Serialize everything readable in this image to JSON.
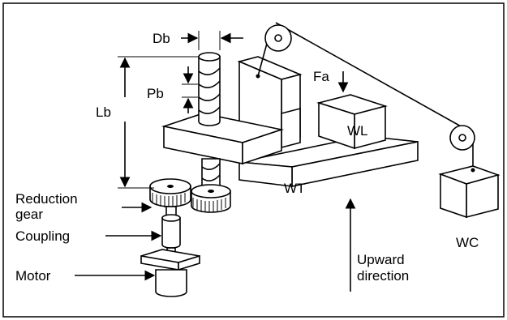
{
  "labels": {
    "db": "Db",
    "pb": "Pb",
    "lb": "Lb",
    "fa": "Fa",
    "wl": "WL",
    "wt": "WT",
    "wc": "WC",
    "reduction_gear_line1": "Reduction",
    "reduction_gear_line2": "gear",
    "coupling": "Coupling",
    "motor": "Motor",
    "upward_line1": "Upward",
    "upward_line2": "direction"
  }
}
